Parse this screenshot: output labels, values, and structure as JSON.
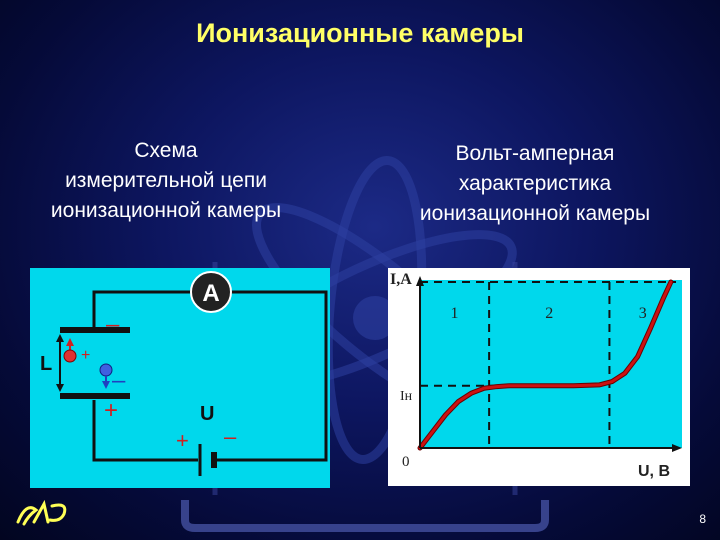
{
  "title": "Ионизационные камеры",
  "left_caption": {
    "lines": [
      "Схема",
      "измерительной цепи",
      "ионизационной камеры"
    ]
  },
  "right_caption": {
    "lines": [
      "Вольт-амперная",
      "характеристика",
      "ионизационной камеры"
    ]
  },
  "circuit": {
    "ammeter_label": "A",
    "distance_label": "L",
    "source_label": "U",
    "plus_sign": "+",
    "minus_sign": "–",
    "background_color": "#00d8ec",
    "wire_color": "#111111"
  },
  "chart_data": {
    "type": "line",
    "ylabel": "I,A",
    "xlabel": "U, В",
    "origin_label": "0",
    "saturation_label": "Iн",
    "region_labels": [
      "1",
      "2",
      "3"
    ],
    "ylim": [
      0,
      1
    ],
    "xlim": [
      0,
      1
    ],
    "series": [
      {
        "x": [
          0,
          0.05,
          0.1,
          0.15,
          0.2,
          0.25,
          0.3,
          0.35,
          0.4,
          0.5,
          0.6,
          0.7,
          0.75,
          0.8,
          0.85,
          0.9,
          0.95,
          0.98
        ],
        "y": [
          0,
          0.1,
          0.2,
          0.28,
          0.33,
          0.36,
          0.37,
          0.375,
          0.375,
          0.375,
          0.375,
          0.38,
          0.4,
          0.45,
          0.55,
          0.72,
          0.9,
          1.0
        ]
      }
    ],
    "saturation_level": 0.375,
    "region_boundaries": [
      0.27,
      0.74
    ],
    "grid": false,
    "background_color": "#00d8ec",
    "curve_color": "#cc1111"
  },
  "page_number": "8"
}
